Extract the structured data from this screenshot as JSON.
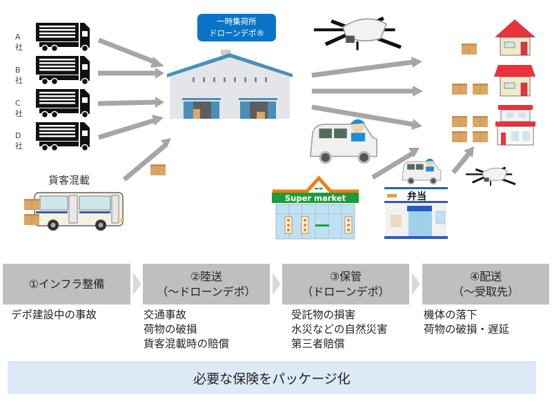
{
  "companies": [
    {
      "label": "A社"
    },
    {
      "label": "B社"
    },
    {
      "label": "C社"
    },
    {
      "label": "D社"
    }
  ],
  "depot": {
    "sign_line1": "一時集荷所",
    "sign_line2": "ドローンデポ®"
  },
  "mixed_cargo_label": "貨客混載",
  "supermarket_sign": "Super market",
  "bento_sign": "弁当",
  "stages": [
    {
      "title": "①インフラ整備",
      "subtitle": "",
      "risks": [
        "デポ建設中の事故"
      ]
    },
    {
      "title": "②陸送",
      "subtitle": "（～ドローンデポ）",
      "risks": [
        "交通事故",
        "荷物の破損",
        "貨客混載時の賠償"
      ]
    },
    {
      "title": "③保管",
      "subtitle": "（ドローンデポ）",
      "risks": [
        "受託物の損害",
        "水災などの自然災害",
        "第三者賠償"
      ]
    },
    {
      "title": "④配送",
      "subtitle": "（～受取先）",
      "risks": [
        "機体の落下",
        "荷物の破損・遅延"
      ]
    }
  ],
  "conclusion": "必要な保険をパッケージ化",
  "colors": {
    "sign_blue": "#0b74c8",
    "stage_gray": "#bfbfbf",
    "band_blue": "#dde9f7",
    "arrow_gray": "#a6a6a6",
    "roof_red": "#e8323c",
    "supermarket_green": "#1e9b3a",
    "supermarket_orange": "#f07c14"
  }
}
